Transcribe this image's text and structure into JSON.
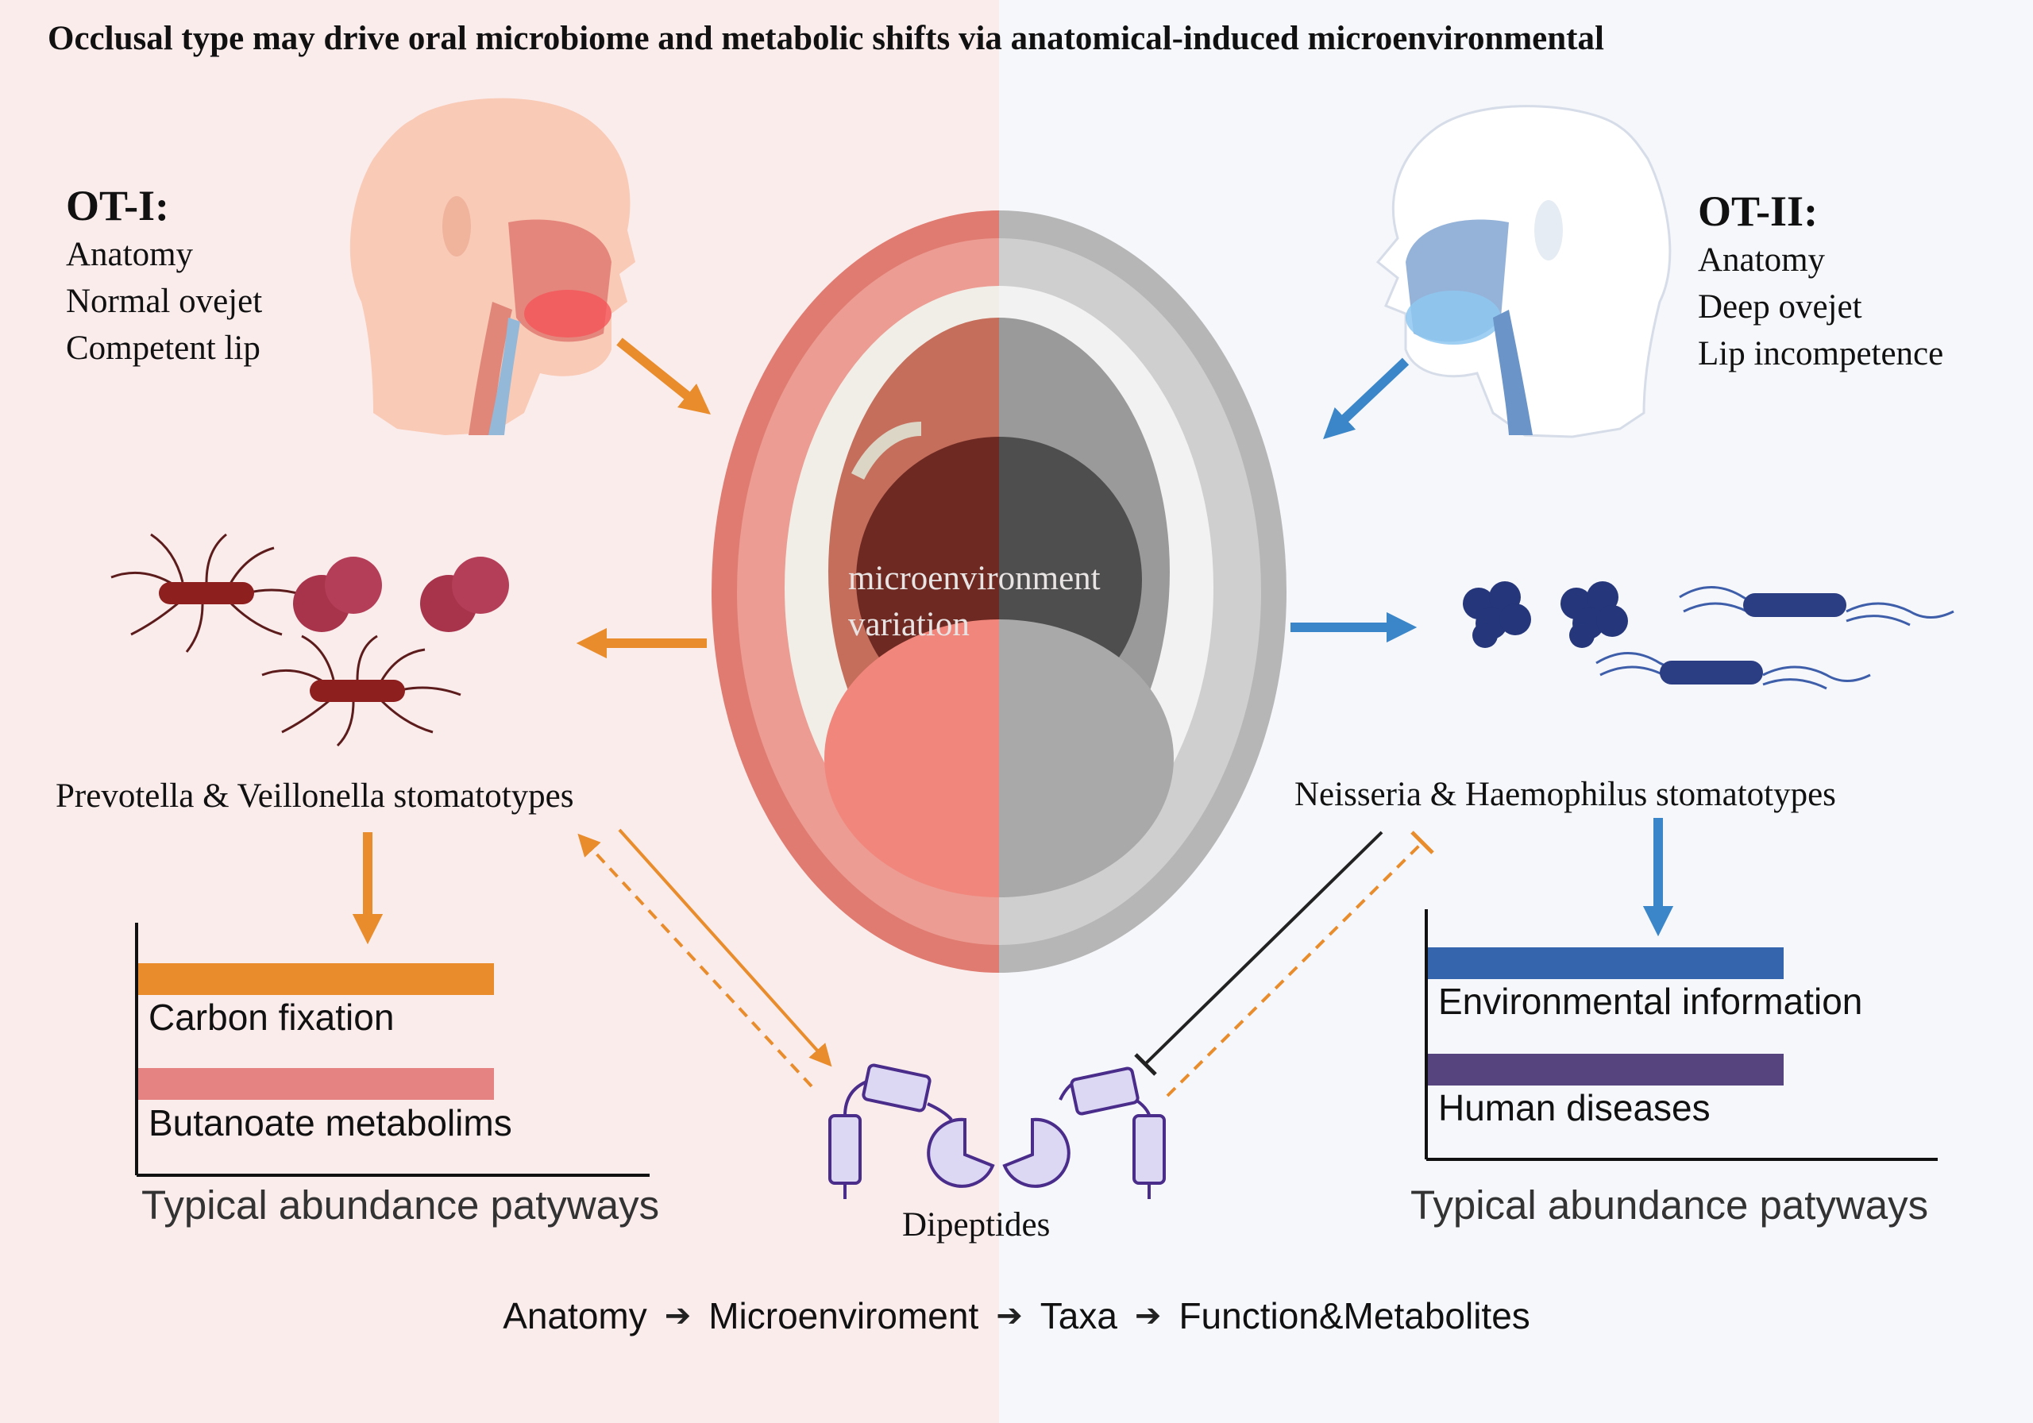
{
  "title": "Occlusal type may drive oral microbiome  and metabolic shifts  via anatomical-induced microenvironmental",
  "left": {
    "label": "OT-I:",
    "lines": [
      "Anatomy",
      "Normal ovejet",
      "Competent lip"
    ],
    "stomatotypes": "Prevotella & Veillonella stomatotypes",
    "pathways": [
      {
        "name": "Carbon fixation",
        "color": "#e88c2c"
      },
      {
        "name": "Butanoate metabolims",
        "color": "#e58383"
      }
    ],
    "axis_title": "Typical  abundance patyways",
    "panel_color": "#fbecec",
    "arrow_color": "#e88c2c"
  },
  "right": {
    "label": "OT-II:",
    "lines": [
      "Anatomy",
      "Deep ovejet",
      "Lip incompetence"
    ],
    "stomatotypes": "Neisseria & Haemophilus stomatotypes",
    "pathways": [
      {
        "name": "Environmental information",
        "color": "#3565ad"
      },
      {
        "name": "Human diseases",
        "color": "#56447f"
      }
    ],
    "axis_title": "Typical  abundance patyways",
    "panel_color": "#f5f7fb",
    "arrow_color": "#3b86c8"
  },
  "center": {
    "micro_lines": [
      "microenvironment",
      "variation"
    ],
    "dipeptides": "Dipeptides"
  },
  "flow": [
    "Anatomy",
    "Microenviroment",
    "Taxa",
    "Function&Metabolites"
  ],
  "icons": [
    "head-profile-icon",
    "open-mouth-icon",
    "rod-bacterium-icon",
    "coccus-bacterium-icon",
    "dipeptide-icon"
  ]
}
